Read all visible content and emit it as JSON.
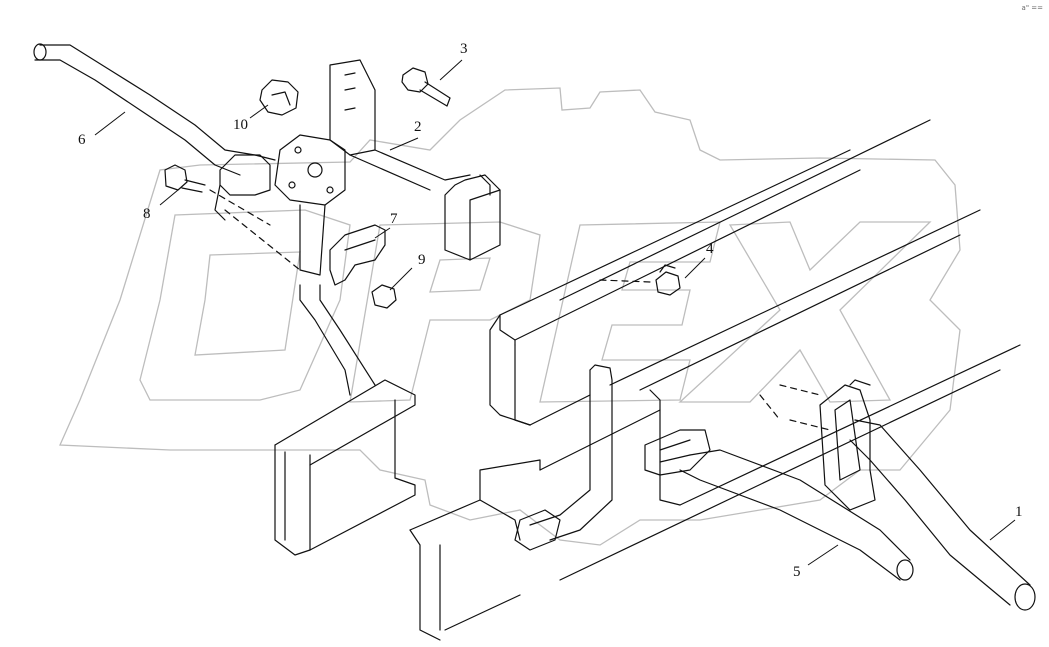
{
  "watermark": {
    "text": "OPEX"
  },
  "corner_mark": "a\" ==",
  "callouts": [
    {
      "number": "1"
    },
    {
      "number": "2"
    },
    {
      "number": "3"
    },
    {
      "number": "4"
    },
    {
      "number": "5"
    },
    {
      "number": "6"
    },
    {
      "number": "7"
    },
    {
      "number": "8"
    },
    {
      "number": "9"
    },
    {
      "number": "10"
    }
  ],
  "colors": {
    "line": "#111111",
    "watermark": "#bdbdbd",
    "background": "#ffffff"
  }
}
